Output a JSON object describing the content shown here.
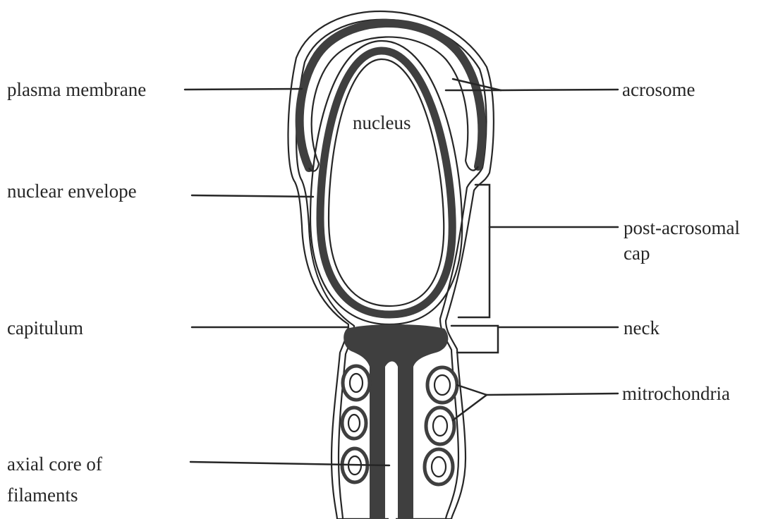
{
  "diagram": {
    "labels": {
      "plasma_membrane": "plasma membrane",
      "acrosome": "acrosome",
      "nucleus": "nucleus",
      "nuclear_envelope": "nuclear envelope",
      "post_acrosomal_line1": "post-acrosomal",
      "post_acrosomal_line2": "cap",
      "capitulum": "capitulum",
      "neck": "neck",
      "mitochondria": "mitrochondria",
      "axial_core_line1": "axial core of",
      "axial_core_line2": "filaments"
    },
    "colors": {
      "ink": "#262626",
      "structure_fill": "#3f3f3f",
      "background": "#ffffff"
    }
  }
}
